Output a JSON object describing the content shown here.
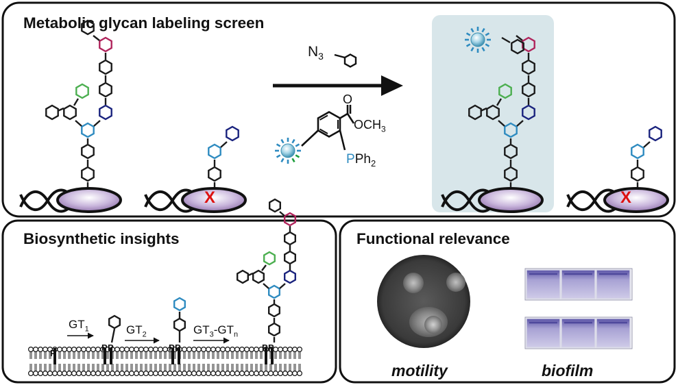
{
  "panels": {
    "screen": {
      "title": "Metabolic glycan labeling screen"
    },
    "biosynthetic": {
      "title": "Biosynthetic insights"
    },
    "functional": {
      "title": "Functional relevance"
    }
  },
  "reaction": {
    "azide_label": "N",
    "azide_subscript": "3",
    "ester_label": "OCH",
    "ester_subscript": "3",
    "carbonyl_label": "O",
    "phosphine_p": "P",
    "phosphine_ph": "Ph",
    "phosphine_subscript": "2"
  },
  "blocked_mark": "X",
  "pathway": {
    "steps": [
      {
        "prefix": "GT",
        "sub": "1",
        "suffix": ""
      },
      {
        "prefix": "GT",
        "sub": "2",
        "suffix": ""
      },
      {
        "prefix": "GT",
        "sub": "3",
        "suffix": "-GT",
        "suffix_sub": "n"
      }
    ],
    "phosphate_label": "P"
  },
  "assays": {
    "motility_label": "motility",
    "biofilm_label": "biofilm"
  },
  "colors": {
    "hex_black": "#1a1a1a",
    "hex_magenta": "#b0245c",
    "hex_green": "#4caf50",
    "hex_blue": "#2e8bc0",
    "hex_navy": "#1a237e",
    "protein_fill": "#9a7fb5",
    "blocked_x": "#dd1111",
    "highlight_bg": "#d8e6ea",
    "phosphine_p": "#2e8bc0"
  }
}
